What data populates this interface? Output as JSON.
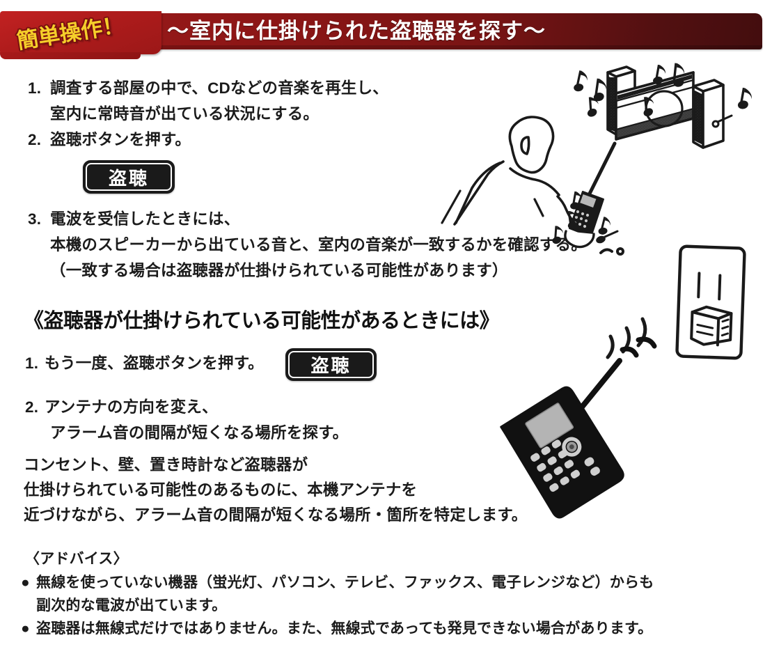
{
  "header": {
    "badge": "簡単操作！",
    "title": "～室内に仕掛けられた盗聴器を探す～",
    "banner_color": "#8c1616",
    "badge_color": "#f5cf2a",
    "badge_outline_color": "#7a1010",
    "title_color": "#ffffff"
  },
  "steps_top": [
    {
      "num": "1.",
      "lines": [
        "調査する部屋の中で、CDなどの音楽を再生し、",
        "室内に常時音が出ている状況にする。"
      ]
    },
    {
      "num": "2.",
      "lines": [
        "盗聴ボタンを押す。"
      ]
    },
    {
      "num": "3.",
      "lines": [
        "電波を受信したときには、",
        "本機のスピーカーから出ている音と、室内の音楽が一致するかを確認する。",
        "（一致する場合は盗聴器が仕掛けられている可能性があります）"
      ]
    }
  ],
  "button_top": {
    "label": "盗聴",
    "text_color": "#ffffff",
    "body_color": "#1a1a1a"
  },
  "section": {
    "heading": "《盗聴器が仕掛けられている可能性があるときには》",
    "steps": [
      {
        "num": "1.",
        "lines": [
          "もう一度、盗聴ボタンを押す。"
        ]
      },
      {
        "num": "2.",
        "lines": [
          "アンテナの方向を変え、",
          "アラーム音の間隔が短くなる場所を探す。"
        ]
      }
    ],
    "button": {
      "label": "盗聴",
      "text_color": "#ffffff",
      "body_color": "#1a1a1a"
    },
    "paragraph": [
      "コンセント、壁、置き時計など盗聴器が",
      "仕掛けられている可能性のあるものに、本機アンテナを",
      "近づけながら、アラーム音の間隔が短くなる場所・箇所を特定します。"
    ]
  },
  "advice": {
    "heading": "〈アドバイス〉",
    "items": [
      {
        "bullet": "●",
        "lines": [
          "無線を使っていない機器（蛍光灯、パソコン、テレビ、ファックス、電子レンジなど）からも",
          "副次的な電波が出ています。"
        ]
      },
      {
        "bullet": "●",
        "lines": [
          "盗聴器は無線式だけではありません。また、無線式であっても発見できない場合があります。"
        ]
      }
    ]
  },
  "illustrations": {
    "scene_person_stereo": "person-listening-to-stereo-with-scanner",
    "wall_outlet": "wall-outlet-with-hidden-bug-emitting-waves",
    "handheld_scanner": "handheld-radio-scanner-with-antenna-and-waves"
  }
}
